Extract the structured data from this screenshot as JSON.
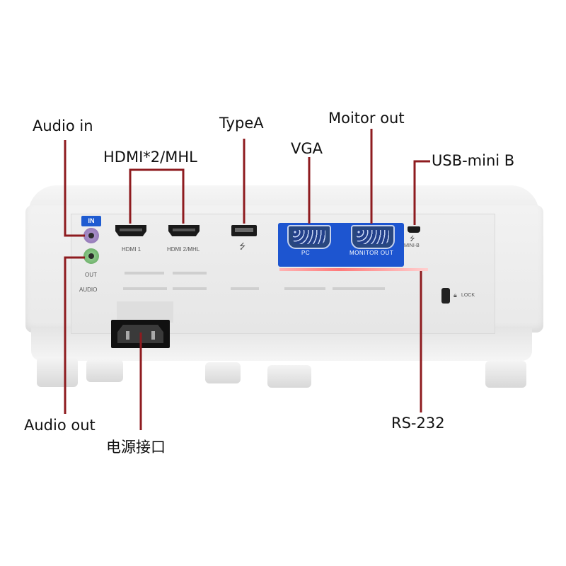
{
  "callouts": {
    "audio_in": "Audio in",
    "hdmi": "HDMI*2/MHL",
    "type_a": "TypeA",
    "vga": "VGA",
    "monitor_out": "Moitor out",
    "usb_mini_b": "USB-mini B",
    "audio_out": "Audio out",
    "power": "电源接口",
    "rs232": "RS-232"
  },
  "panel_text": {
    "in_badge": "IN",
    "out": "OUT",
    "audio": "AUDIO",
    "hdmi1": "HDMI 1",
    "hdmi2": "HDMI 2/MHL",
    "pc": "PC",
    "monitor_out": "MONITOR OUT",
    "mini_b": "MINI-B",
    "lock": "LOCK"
  },
  "colors": {
    "leader_line": "#8e1b1f",
    "port_panel_blue": "#1d55d0"
  }
}
